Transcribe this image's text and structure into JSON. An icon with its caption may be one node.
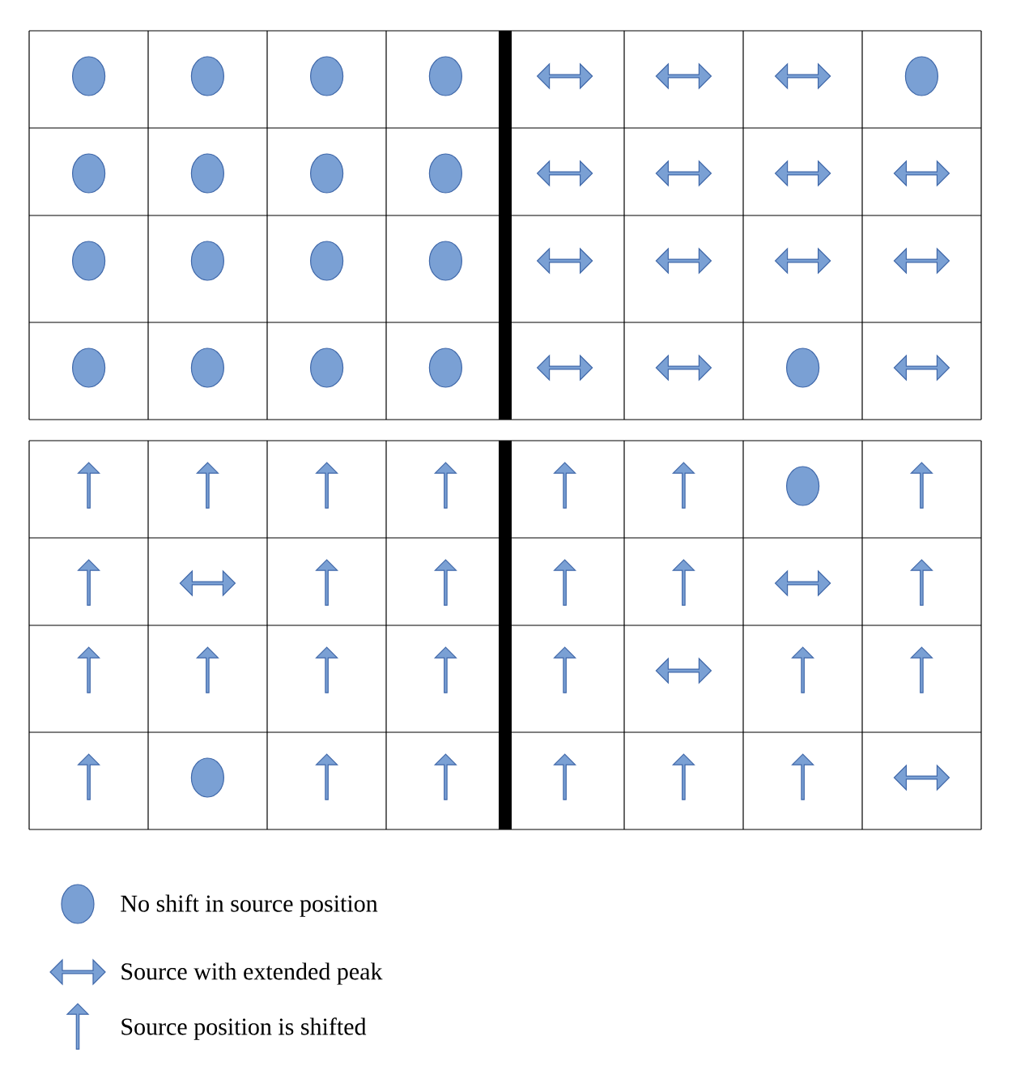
{
  "diagram": {
    "nodes": [
      {
        "text": [],
        "shape": "ellipse"
      },
      {
        "text": [],
        "shape": "ellipse"
      },
      {
        "text": [],
        "shape": "ellipse"
      },
      {
        "text": [],
        "shape": "ellipse"
      },
      {
        "text": [],
        "shape": "double-arrow"
      },
      {
        "text": [],
        "shape": "double-arrow"
      },
      {
        "text": [],
        "shape": "double-arrow"
      },
      {
        "text": [],
        "shape": "ellipse"
      },
      {
        "text": [],
        "shape": "ellipse"
      },
      {
        "text": [],
        "shape": "ellipse"
      },
      {
        "text": [],
        "shape": "ellipse"
      },
      {
        "text": [],
        "shape": "ellipse"
      },
      {
        "text": [],
        "shape": "double-arrow"
      },
      {
        "text": [],
        "shape": "double-arrow"
      },
      {
        "text": [],
        "shape": "double-arrow"
      },
      {
        "text": [],
        "shape": "double-arrow"
      },
      {
        "text": [],
        "shape": "ellipse"
      },
      {
        "text": [],
        "shape": "ellipse"
      },
      {
        "text": [],
        "shape": "ellipse"
      },
      {
        "text": [],
        "shape": "ellipse"
      },
      {
        "text": [],
        "shape": "double-arrow"
      },
      {
        "text": [],
        "shape": "double-arrow"
      },
      {
        "text": [],
        "shape": "double-arrow"
      },
      {
        "text": [],
        "shape": "double-arrow"
      },
      {
        "text": [],
        "shape": "ellipse"
      },
      {
        "text": [],
        "shape": "ellipse"
      },
      {
        "text": [],
        "shape": "ellipse"
      },
      {
        "text": [],
        "shape": "ellipse"
      },
      {
        "text": [],
        "shape": "double-arrow"
      },
      {
        "text": [],
        "shape": "double-arrow"
      },
      {
        "text": [],
        "shape": "ellipse"
      },
      {
        "text": [],
        "shape": "double-arrow"
      },
      {
        "text": [],
        "shape": "arrow"
      },
      {
        "text": [],
        "shape": "arrow"
      },
      {
        "text": [],
        "shape": "arrow"
      },
      {
        "text": [],
        "shape": "arrow"
      },
      {
        "text": [],
        "shape": "arrow"
      },
      {
        "text": [],
        "shape": "arrow"
      },
      {
        "text": [],
        "shape": "ellipse"
      },
      {
        "text": [],
        "shape": "arrow"
      },
      {
        "text": [],
        "shape": "arrow"
      },
      {
        "text": [],
        "shape": "double-arrow"
      },
      {
        "text": [],
        "shape": "arrow"
      },
      {
        "text": [],
        "shape": "arrow"
      },
      {
        "text": [],
        "shape": "arrow"
      },
      {
        "text": [],
        "shape": "arrow"
      },
      {
        "text": [],
        "shape": "double-arrow"
      },
      {
        "text": [],
        "shape": "arrow"
      },
      {
        "text": [],
        "shape": "arrow"
      },
      {
        "text": [],
        "shape": "arrow"
      },
      {
        "text": [],
        "shape": "arrow"
      },
      {
        "text": [],
        "shape": "arrow"
      },
      {
        "text": [],
        "shape": "arrow"
      },
      {
        "text": [],
        "shape": "double-arrow"
      },
      {
        "text": [],
        "shape": "arrow"
      },
      {
        "text": [],
        "shape": "arrow"
      },
      {
        "text": [],
        "shape": "arrow"
      },
      {
        "text": [],
        "shape": "ellipse"
      },
      {
        "text": [],
        "shape": "arrow"
      },
      {
        "text": [],
        "shape": "arrow"
      },
      {
        "text": [],
        "shape": "arrow"
      },
      {
        "text": [],
        "shape": "arrow"
      },
      {
        "text": [],
        "shape": "arrow"
      },
      {
        "text": [],
        "shape": "double-arrow"
      }
    ],
    "legend": [
      {
        "text": "No shift in source position"
      },
      {
        "text": "Source with extended peak"
      },
      {
        "text": "Source position is shifted"
      }
    ]
  }
}
